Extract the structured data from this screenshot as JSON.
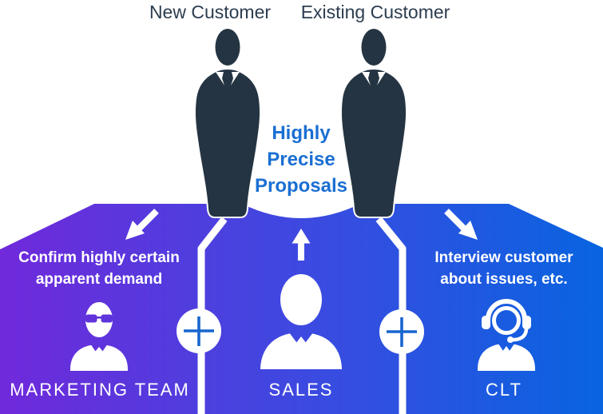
{
  "customers": {
    "new_label": "New Customer",
    "existing_label": "Existing Customer"
  },
  "proposal": {
    "lines": [
      "Highly",
      "Precise",
      "Proposals"
    ]
  },
  "sections": [
    {
      "label": "MARKETING TEAM",
      "description_lines": [
        "Confirm highly certain",
        "apparent demand"
      ],
      "icon": "marketing-person-glasses-icon",
      "arrow": "down-left"
    },
    {
      "label": "SALES",
      "description_lines": [],
      "icon": "sales-person-icon",
      "arrow": "up"
    },
    {
      "label": "CLT",
      "description_lines": [
        "Interview customer",
        "about issues, etc."
      ],
      "icon": "headset-agent-icon",
      "arrow": "down-right"
    }
  ],
  "connectors": {
    "plus_symbol": "+"
  },
  "colors": {
    "dark-text": "#2C3D4F",
    "silhouette": "#243442",
    "accent-blue": "#1A6FD3",
    "plus-blue": "#1766CF",
    "grad-start": "#7029DB",
    "grad-mid": "#3D49E0",
    "grad-end": "#0864E0",
    "white": "#FFFFFF"
  }
}
